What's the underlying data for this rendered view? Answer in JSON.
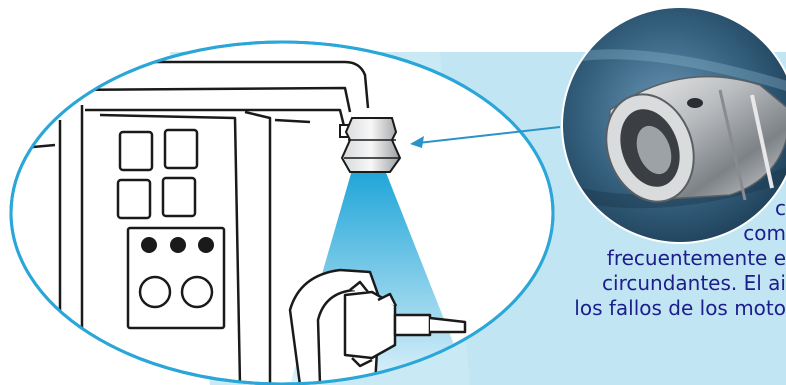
{
  "caption": {
    "lines": [
      "c",
      "com",
      "frecuentemente e",
      "circundantes. El ai",
      "los fallos de los moto"
    ]
  },
  "colors": {
    "panel_background": "#c9e9f4",
    "spray_cone": "#3ab5de",
    "outline": "#1a1a1a",
    "caption_text": "#1d1d8c",
    "pointer_arrow": "#2a93c8"
  },
  "icons": {
    "machine": "cnc-machine-icon",
    "nozzle": "air-nozzle-icon",
    "chuck": "spindle-chuck-icon",
    "photo": "nozzle-photo"
  }
}
